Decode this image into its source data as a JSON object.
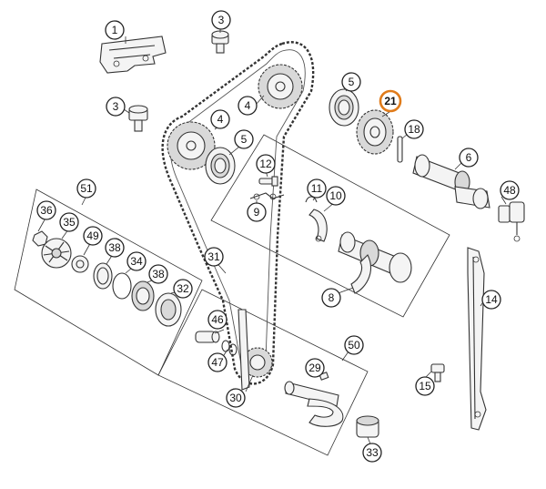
{
  "diagram": {
    "callouts": [
      {
        "id": "1",
        "highlight": false
      },
      {
        "id": "3",
        "highlight": false
      },
      {
        "id": "3",
        "highlight": false
      },
      {
        "id": "4",
        "highlight": false
      },
      {
        "id": "4",
        "highlight": false
      },
      {
        "id": "5",
        "highlight": false
      },
      {
        "id": "5",
        "highlight": false
      },
      {
        "id": "21",
        "highlight": true
      },
      {
        "id": "18",
        "highlight": false
      },
      {
        "id": "6",
        "highlight": false
      },
      {
        "id": "12",
        "highlight": false
      },
      {
        "id": "11",
        "highlight": false
      },
      {
        "id": "10",
        "highlight": false
      },
      {
        "id": "9",
        "highlight": false
      },
      {
        "id": "48",
        "highlight": false
      },
      {
        "id": "51",
        "highlight": false
      },
      {
        "id": "36",
        "highlight": false
      },
      {
        "id": "35",
        "highlight": false
      },
      {
        "id": "49",
        "highlight": false
      },
      {
        "id": "38",
        "highlight": false
      },
      {
        "id": "34",
        "highlight": false
      },
      {
        "id": "38",
        "highlight": false
      },
      {
        "id": "32",
        "highlight": false
      },
      {
        "id": "31",
        "highlight": false
      },
      {
        "id": "8",
        "highlight": false
      },
      {
        "id": "14",
        "highlight": false
      },
      {
        "id": "46",
        "highlight": false
      },
      {
        "id": "47",
        "highlight": false
      },
      {
        "id": "50",
        "highlight": false
      },
      {
        "id": "29",
        "highlight": false
      },
      {
        "id": "15",
        "highlight": false
      },
      {
        "id": "30",
        "highlight": false
      },
      {
        "id": "33",
        "highlight": false
      }
    ],
    "colors": {
      "highlight": "#e07b1a",
      "line": "#333333",
      "background": "#ffffff"
    }
  }
}
